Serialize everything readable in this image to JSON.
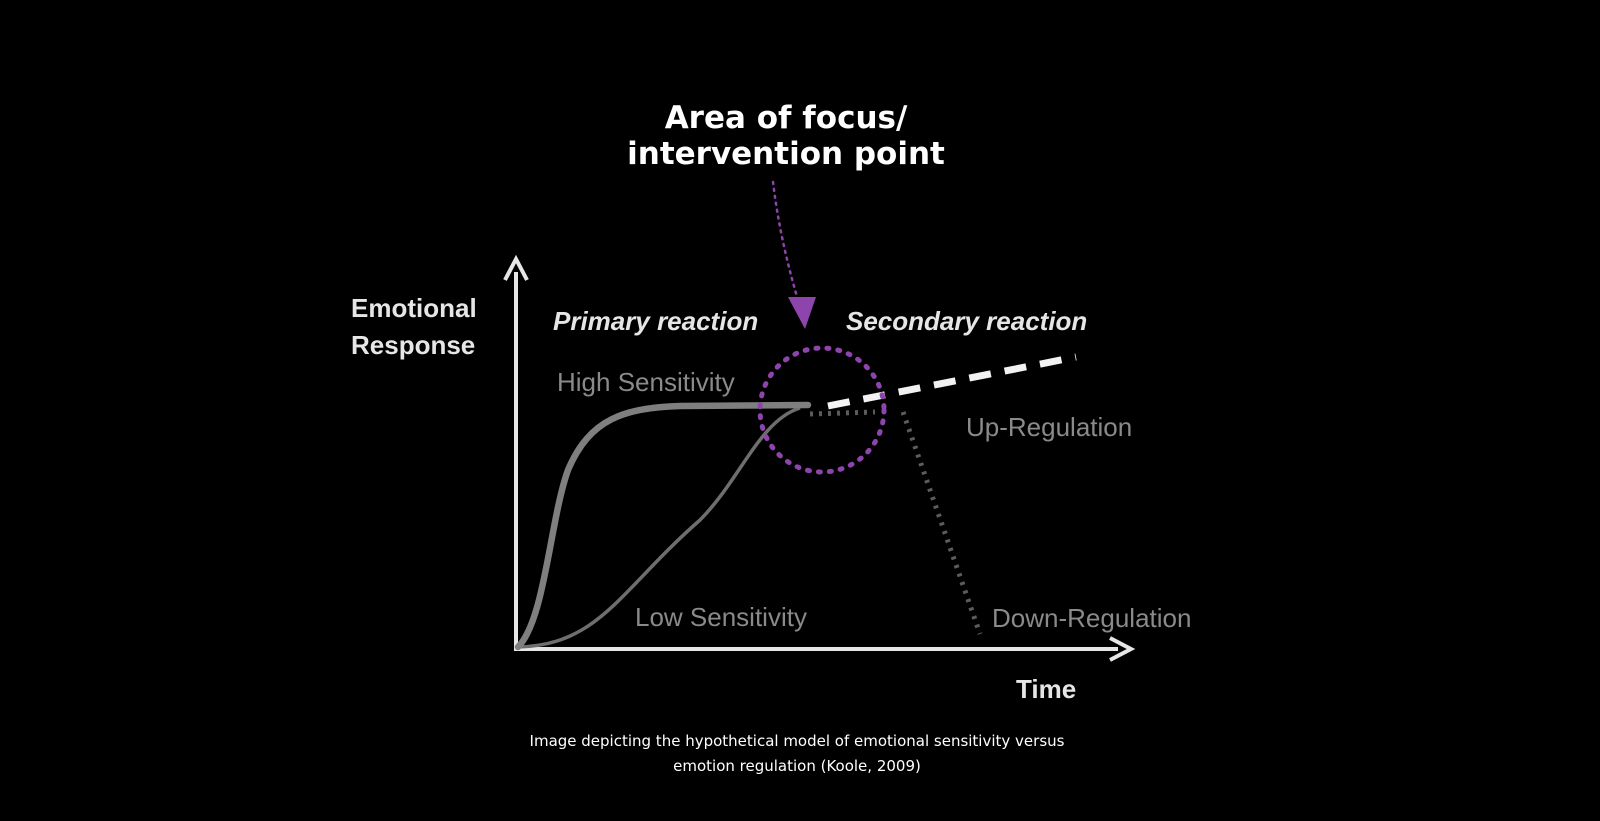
{
  "annotation": {
    "line1": "Area of focus/",
    "line2": "intervention point",
    "color": "#8e44ad"
  },
  "axes": {
    "y_title_line1": "Emotional",
    "y_title_line2": "Response",
    "x_title": "Time"
  },
  "phases": {
    "primary": "Primary reaction",
    "secondary": "Secondary reaction"
  },
  "curves": {
    "high": "High Sensitivity",
    "low": "Low Sensitivity",
    "up": "Up-Regulation",
    "down": "Down-Regulation"
  },
  "caption": {
    "line1": "Image depicting the hypothetical model of emotional sensitivity versus",
    "line2": "emotion regulation (Koole, 2009)"
  },
  "colors": {
    "background": "#000000",
    "axis": "#e6e6e6",
    "high_curve": "#7f7f7f",
    "low_curve": "#6e6e6e",
    "up_regulation": "#f2f2f2",
    "down_regulation": "#5c5c5c"
  }
}
